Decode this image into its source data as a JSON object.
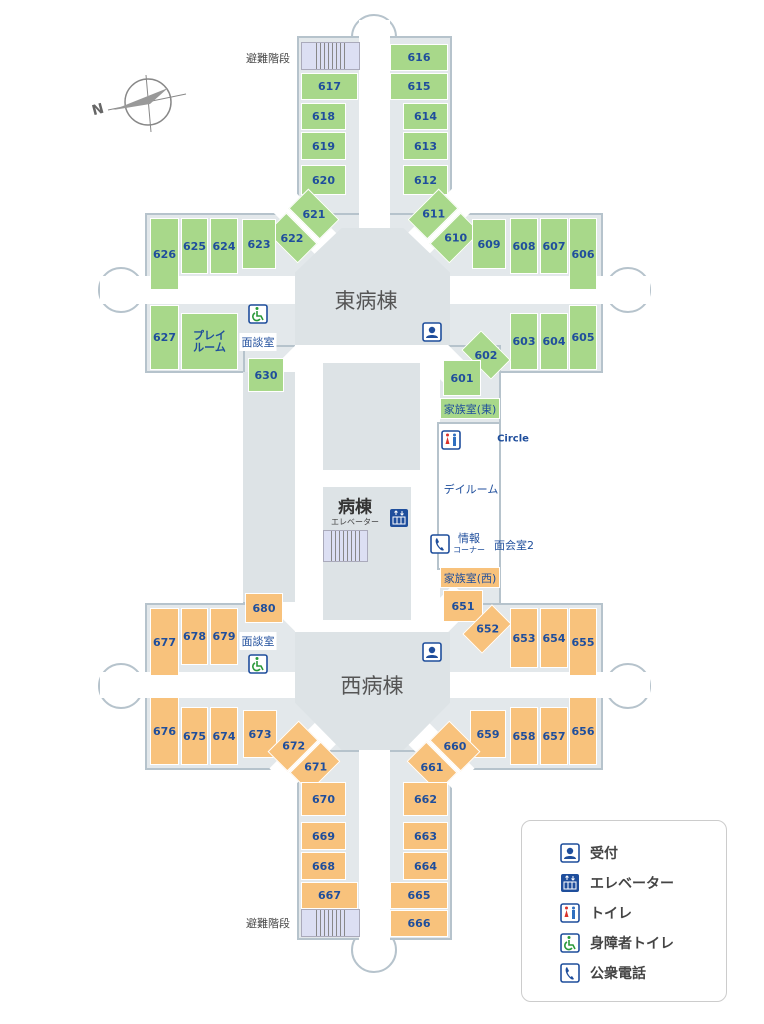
{
  "wings": {
    "east": "東病棟",
    "west": "西病棟"
  },
  "elevator_hall": {
    "title": "病棟",
    "sub": "エレベーター"
  },
  "labels": {
    "stairs_top": "避難階段",
    "stairs_bottom": "避難階段",
    "interview_east": "面談室",
    "interview_west": "面談室",
    "playroom": "プレイルーム",
    "family_east": "家族室(東)",
    "family_west": "家族室(西)",
    "circle": "Circle",
    "dayroom": "デイルーム",
    "info_corner": "情報",
    "info_corner2": "コーナー",
    "visit2": "面会室2"
  },
  "compass": {
    "letter": "N"
  },
  "rooms": {
    "601": "601",
    "602": "602",
    "603": "603",
    "604": "604",
    "605": "605",
    "606": "606",
    "607": "607",
    "608": "608",
    "609": "609",
    "610": "610",
    "611": "611",
    "612": "612",
    "613": "613",
    "614": "614",
    "615": "615",
    "616": "616",
    "617": "617",
    "618": "618",
    "619": "619",
    "620": "620",
    "621": "621",
    "622": "622",
    "623": "623",
    "624": "624",
    "625": "625",
    "626": "626",
    "627": "627",
    "630": "630",
    "651": "651",
    "652": "652",
    "653": "653",
    "654": "654",
    "655": "655",
    "656": "656",
    "657": "657",
    "658": "658",
    "659": "659",
    "660": "660",
    "661": "661",
    "662": "662",
    "663": "663",
    "664": "664",
    "665": "665",
    "666": "666",
    "667": "667",
    "668": "668",
    "669": "669",
    "670": "670",
    "671": "671",
    "672": "672",
    "673": "673",
    "674": "674",
    "675": "675",
    "676": "676",
    "677": "677",
    "678": "678",
    "679": "679",
    "680": "680"
  },
  "legend": [
    {
      "icon": "reception-icon",
      "label": "受付"
    },
    {
      "icon": "elevator-icon",
      "label": "エレベーター"
    },
    {
      "icon": "toilet-icon",
      "label": "トイレ"
    },
    {
      "icon": "accessible-toilet-icon",
      "label": "身障者トイレ"
    },
    {
      "icon": "public-phone-icon",
      "label": "公衆電話"
    }
  ],
  "colors": {
    "east_rooms": "#a8d88a",
    "west_rooms": "#f8c27c",
    "icon_blue": "#1f4e9c",
    "floor": "#e3e8eb"
  }
}
